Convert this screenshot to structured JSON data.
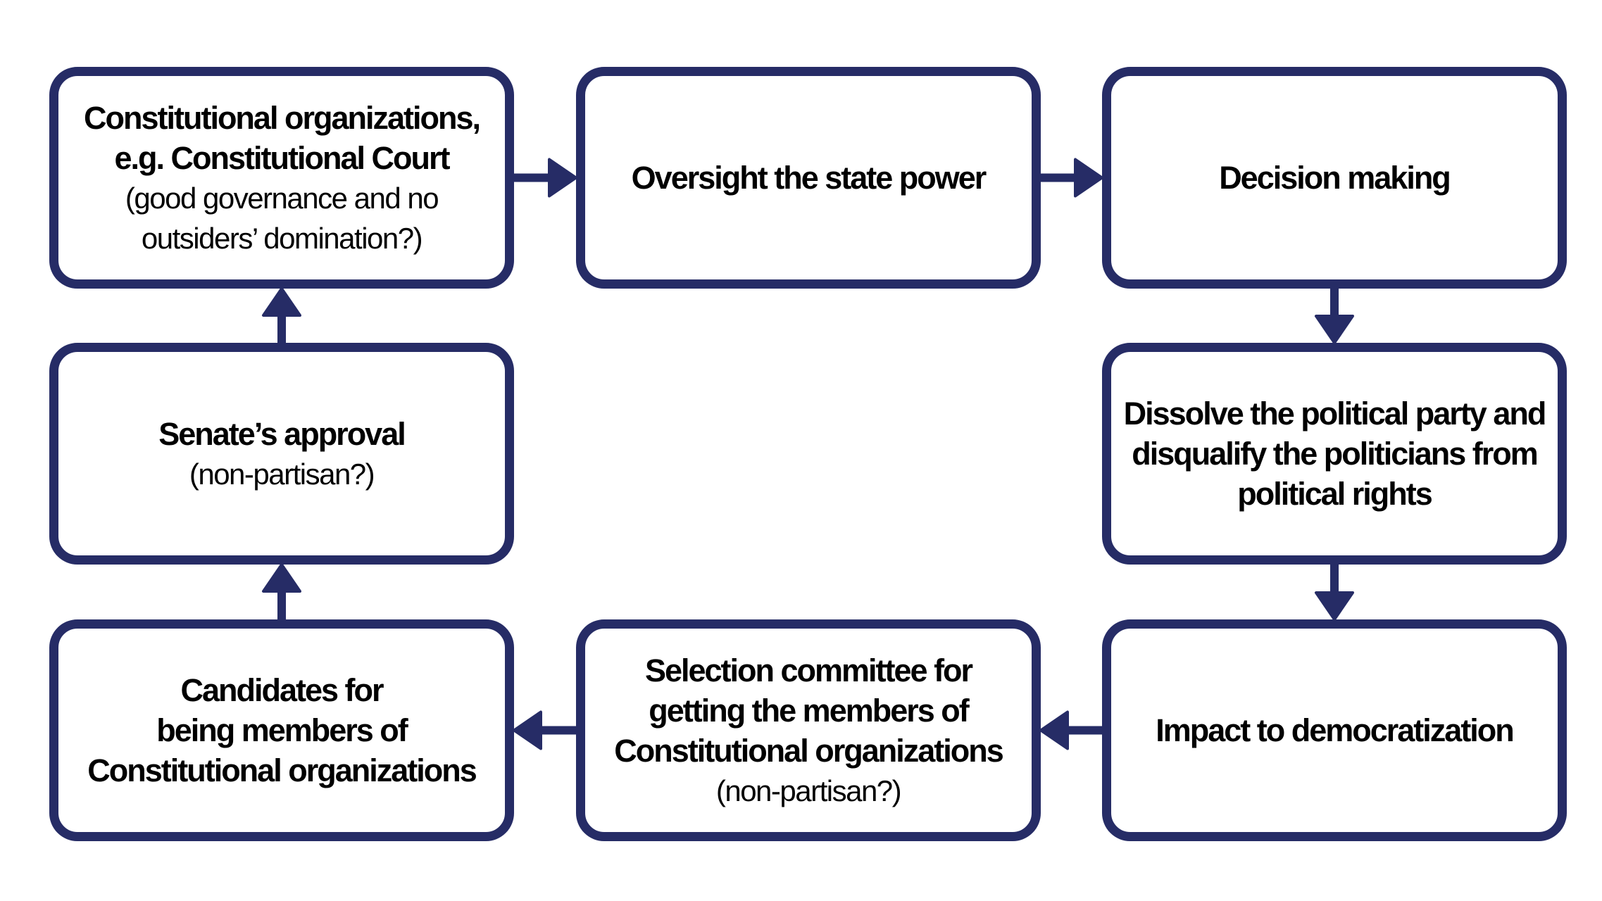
{
  "diagram": {
    "colors": {
      "border": "#262c66",
      "arrow": "#262c66",
      "text": "#000000",
      "background": "#ffffff"
    },
    "nodes": {
      "constitutional_orgs": {
        "bold": [
          "Constitutional organizations,",
          "e.g. Constitutional Court"
        ],
        "light": [
          "(good governance and no",
          "outsiders’ domination?)"
        ]
      },
      "oversight": {
        "bold": [
          "Oversight the state power"
        ],
        "light": []
      },
      "decision": {
        "bold": [
          "Decision making"
        ],
        "light": []
      },
      "dissolve": {
        "bold": [
          "Dissolve the political party and",
          "disqualify the politicians from",
          "political rights"
        ],
        "light": []
      },
      "impact": {
        "bold": [
          "Impact to democratization"
        ],
        "light": []
      },
      "selection": {
        "bold": [
          "Selection committee for",
          "getting the members of",
          "Constitutional organizations"
        ],
        "light": [
          "(non-partisan?)"
        ]
      },
      "candidates": {
        "bold": [
          "Candidates for",
          "being members of",
          "Constitutional organizations"
        ],
        "light": []
      },
      "senate": {
        "bold": [
          "Senate’s approval"
        ],
        "light": [
          "(non-partisan?)"
        ]
      }
    },
    "edges": [
      {
        "from": "constitutional_orgs",
        "to": "oversight",
        "direction": "right"
      },
      {
        "from": "oversight",
        "to": "decision",
        "direction": "right"
      },
      {
        "from": "decision",
        "to": "dissolve",
        "direction": "down"
      },
      {
        "from": "dissolve",
        "to": "impact",
        "direction": "down"
      },
      {
        "from": "impact",
        "to": "selection",
        "direction": "left"
      },
      {
        "from": "selection",
        "to": "candidates",
        "direction": "left"
      },
      {
        "from": "candidates",
        "to": "senate",
        "direction": "up"
      },
      {
        "from": "senate",
        "to": "constitutional_orgs",
        "direction": "up"
      }
    ]
  }
}
